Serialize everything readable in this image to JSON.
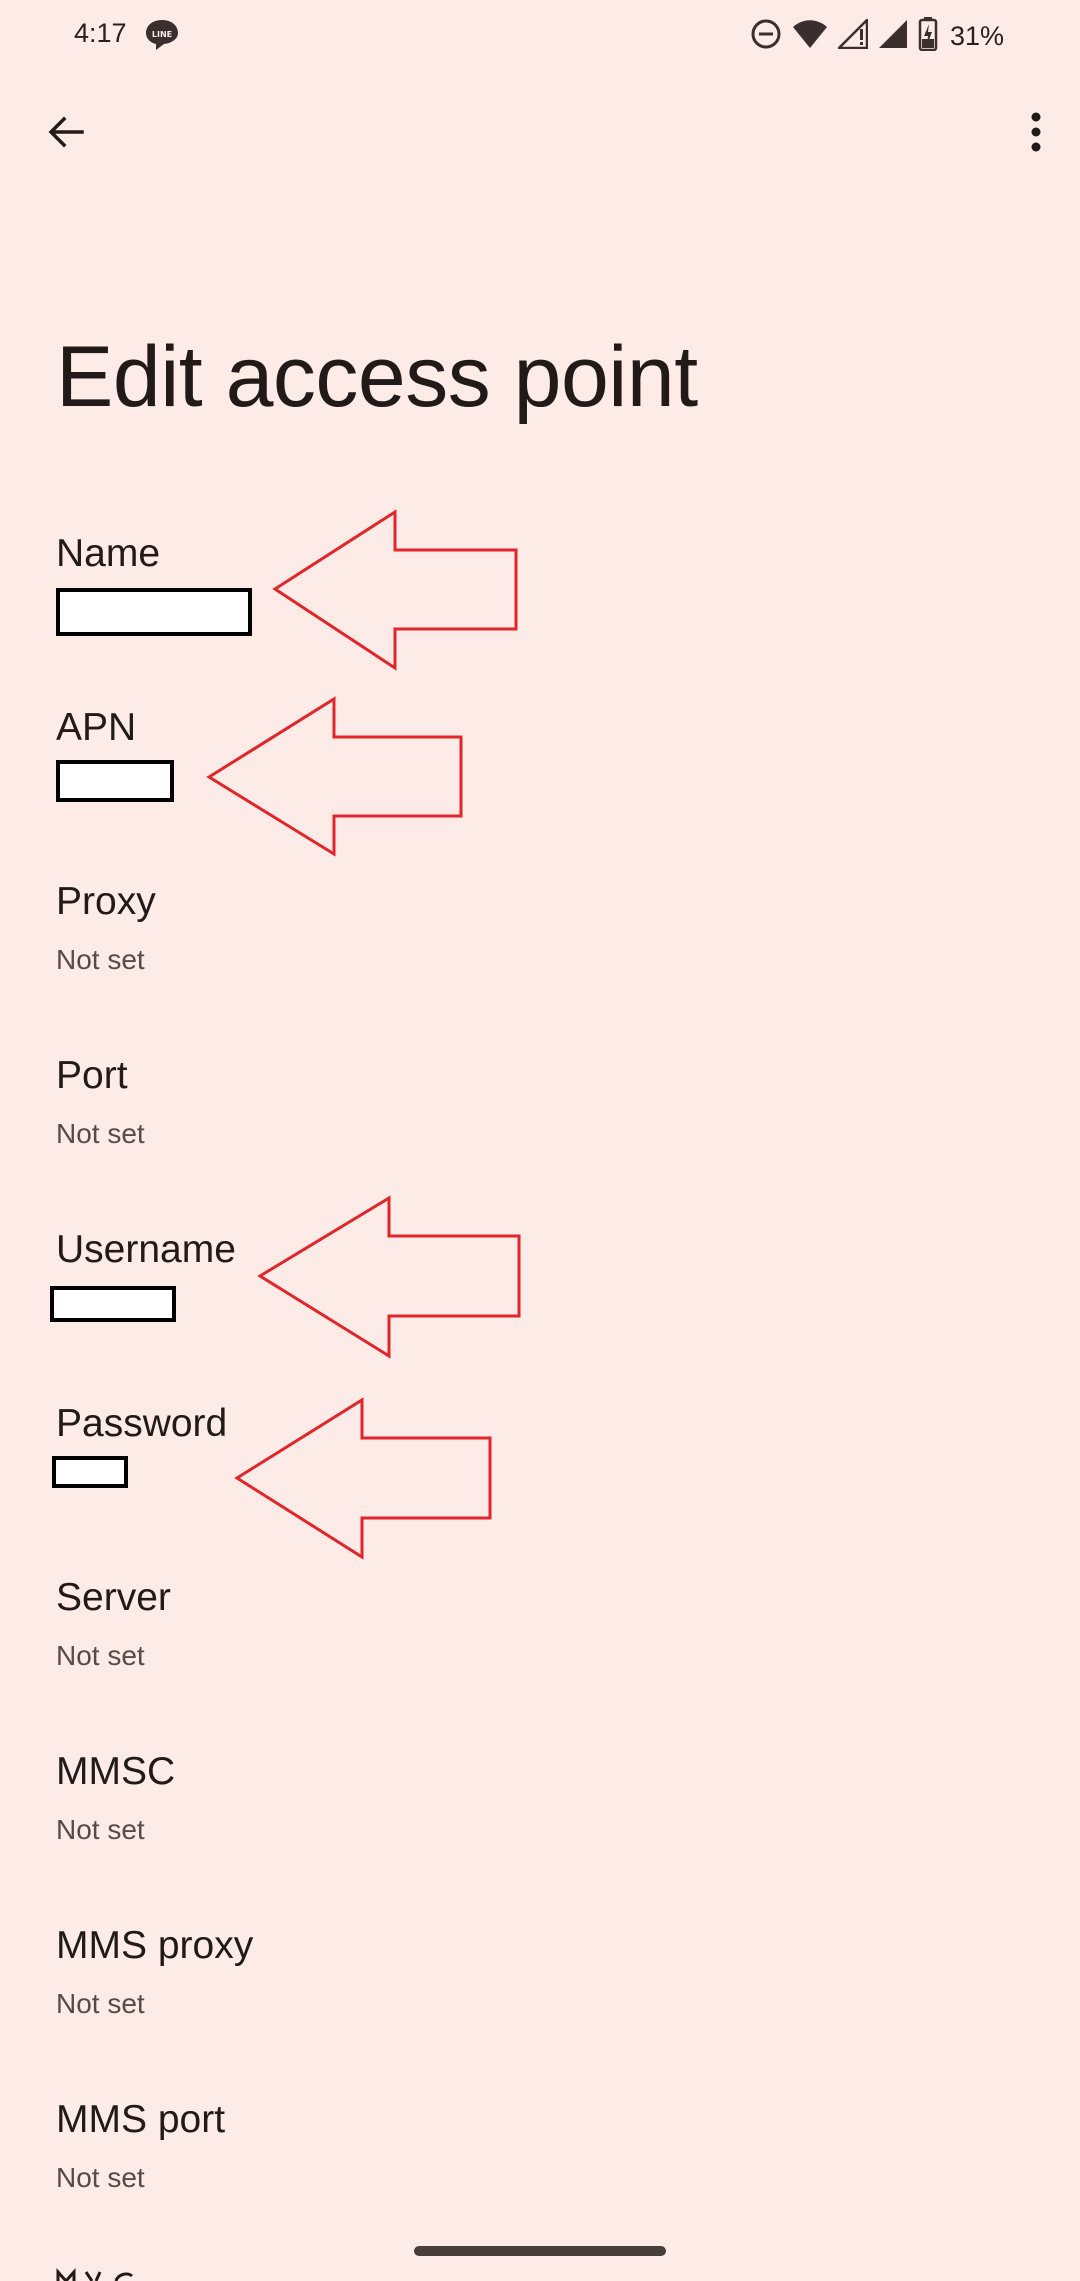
{
  "status_bar": {
    "time": "4:17",
    "notification_icon": "line-app-icon",
    "icons": [
      "do-not-disturb-icon",
      "wifi-icon",
      "signal-no-data-icon",
      "signal-icon",
      "battery-charging-icon"
    ],
    "battery": "31%"
  },
  "toolbar": {
    "back_icon": "arrow-back-icon",
    "menu_icon": "more-vert-icon"
  },
  "page": {
    "title": "Edit access point"
  },
  "prefs": [
    {
      "title": "Name",
      "summary": ""
    },
    {
      "title": "APN",
      "summary": ""
    },
    {
      "title": "Proxy",
      "summary": "Not set"
    },
    {
      "title": "Port",
      "summary": "Not set"
    },
    {
      "title": "Username",
      "summary": ""
    },
    {
      "title": "Password",
      "summary": ""
    },
    {
      "title": "Server",
      "summary": "Not set"
    },
    {
      "title": "MMSC",
      "summary": "Not set"
    },
    {
      "title": "MMS proxy",
      "summary": "Not set"
    },
    {
      "title": "MMS port",
      "summary": "Not set"
    }
  ],
  "annotations": {
    "arrow_color": "#e0262b",
    "redaction_color": "#000000"
  },
  "colors": {
    "background": "#fcebe7",
    "text": "#221a19",
    "secondary_text": "#5a4a47"
  }
}
